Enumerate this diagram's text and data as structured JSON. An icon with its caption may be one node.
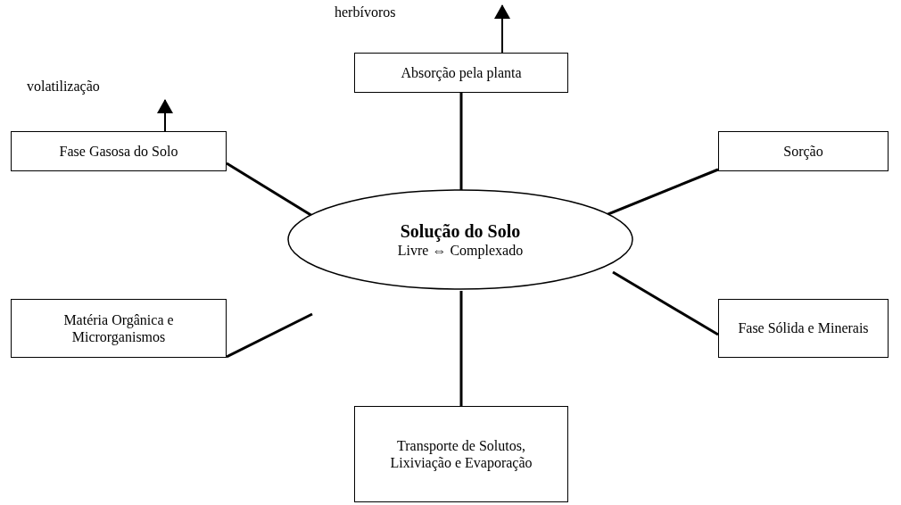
{
  "diagram": {
    "nodes": [
      {
        "text": [
          "Solução do Solo",
          "Livre ⇔ Complexado"
        ]
      },
      {
        "text": [
          "Absorção pela planta"
        ]
      },
      {
        "text": [
          "Fase Gasosa do Solo"
        ]
      },
      {
        "text": [
          "Sorção"
        ]
      },
      {
        "text": [
          "Matéria Orgânica e Microrganismos"
        ]
      },
      {
        "text": [
          "Fase Sólida e Minerais"
        ]
      },
      {
        "text": [
          "Transporte de Solutos, Lixiviação e Evaporação"
        ]
      }
    ],
    "edges": [
      {
        "from": 0,
        "to": 1,
        "arrow": "none"
      },
      {
        "from": 0,
        "to": 2,
        "arrow": "none"
      },
      {
        "from": 0,
        "to": 3,
        "arrow": "none"
      },
      {
        "from": 0,
        "to": 4,
        "arrow": "none"
      },
      {
        "from": 0,
        "to": 5,
        "arrow": "none"
      },
      {
        "from": 0,
        "to": 6,
        "arrow": "none"
      },
      {
        "from": 1,
        "to": null,
        "arrow": "to"
      },
      {
        "from": 2,
        "to": null,
        "arrow": "to"
      }
    ],
    "labels": [
      "herbívoros",
      "volatilização"
    ]
  }
}
